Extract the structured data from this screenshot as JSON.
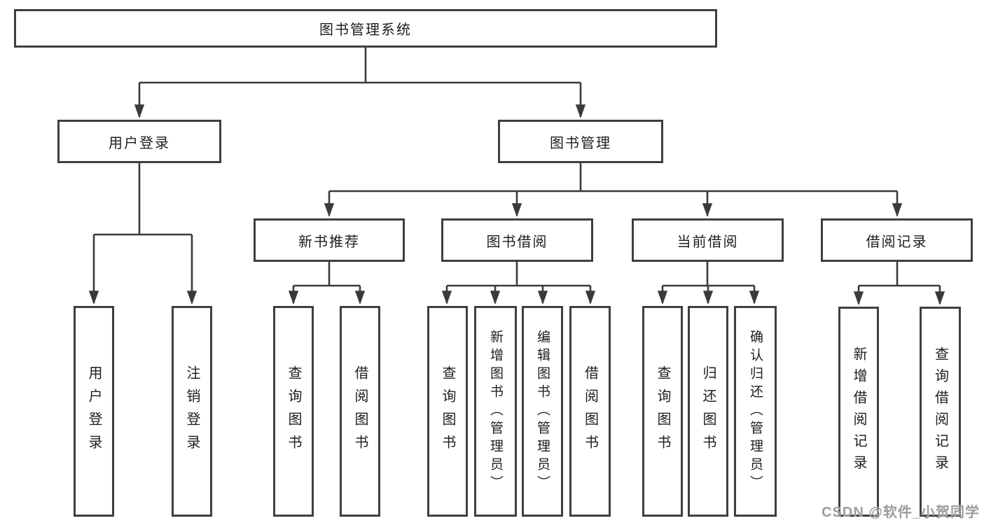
{
  "diagram": {
    "type": "hierarchy-tree",
    "colors": {
      "background": "#ffffff",
      "line": "#3a3a3a",
      "box_border": "#3f3f3f",
      "text": "#1e1e1e",
      "watermark": "#9c9c9c"
    },
    "nodes": {
      "root": "图书管理系统",
      "user_login": "用户登录",
      "book_mgmt": "图书管理",
      "new_book_rec": "新书推荐",
      "book_borrow": "图书借阅",
      "current_borrow": "当前借阅",
      "borrow_record": "借阅记录",
      "leaf_user_login": "用户登录",
      "leaf_logout": "注销登录",
      "leaf_query_books_rec": "查询图书",
      "leaf_borrow_books_rec": "借阅图书",
      "leaf_query_books_borrow": "查询图书",
      "leaf_add_books_admin": "新增图书（管理员）",
      "leaf_edit_books_admin": "编辑图书（管理员）",
      "leaf_borrow_books_borrow": "借阅图书",
      "leaf_query_books_current": "查询图书",
      "leaf_return_books": "归还图书",
      "leaf_confirm_return_admin": "确认归还（管理员）",
      "leaf_add_borrow_record": "新增借阅记录",
      "leaf_query_borrow_record": "查询借阅记录"
    },
    "edges": [
      "图书管理系统 -> 用户登录",
      "图书管理系统 -> 图书管理",
      "用户登录 -> 用户登录",
      "用户登录 -> 注销登录",
      "图书管理 -> 新书推荐",
      "图书管理 -> 图书借阅",
      "图书管理 -> 当前借阅",
      "图书管理 -> 借阅记录",
      "新书推荐 -> 查询图书",
      "新书推荐 -> 借阅图书",
      "图书借阅 -> 查询图书",
      "图书借阅 -> 新增图书（管理员）",
      "图书借阅 -> 编辑图书（管理员）",
      "图书借阅 -> 借阅图书",
      "当前借阅 -> 查询图书",
      "当前借阅 -> 归还图书",
      "当前借阅 -> 确认归还（管理员）",
      "借阅记录 -> 新增借阅记录",
      "借阅记录 -> 查询借阅记录"
    ],
    "watermark": "CSDN @软件_小贺同学"
  }
}
